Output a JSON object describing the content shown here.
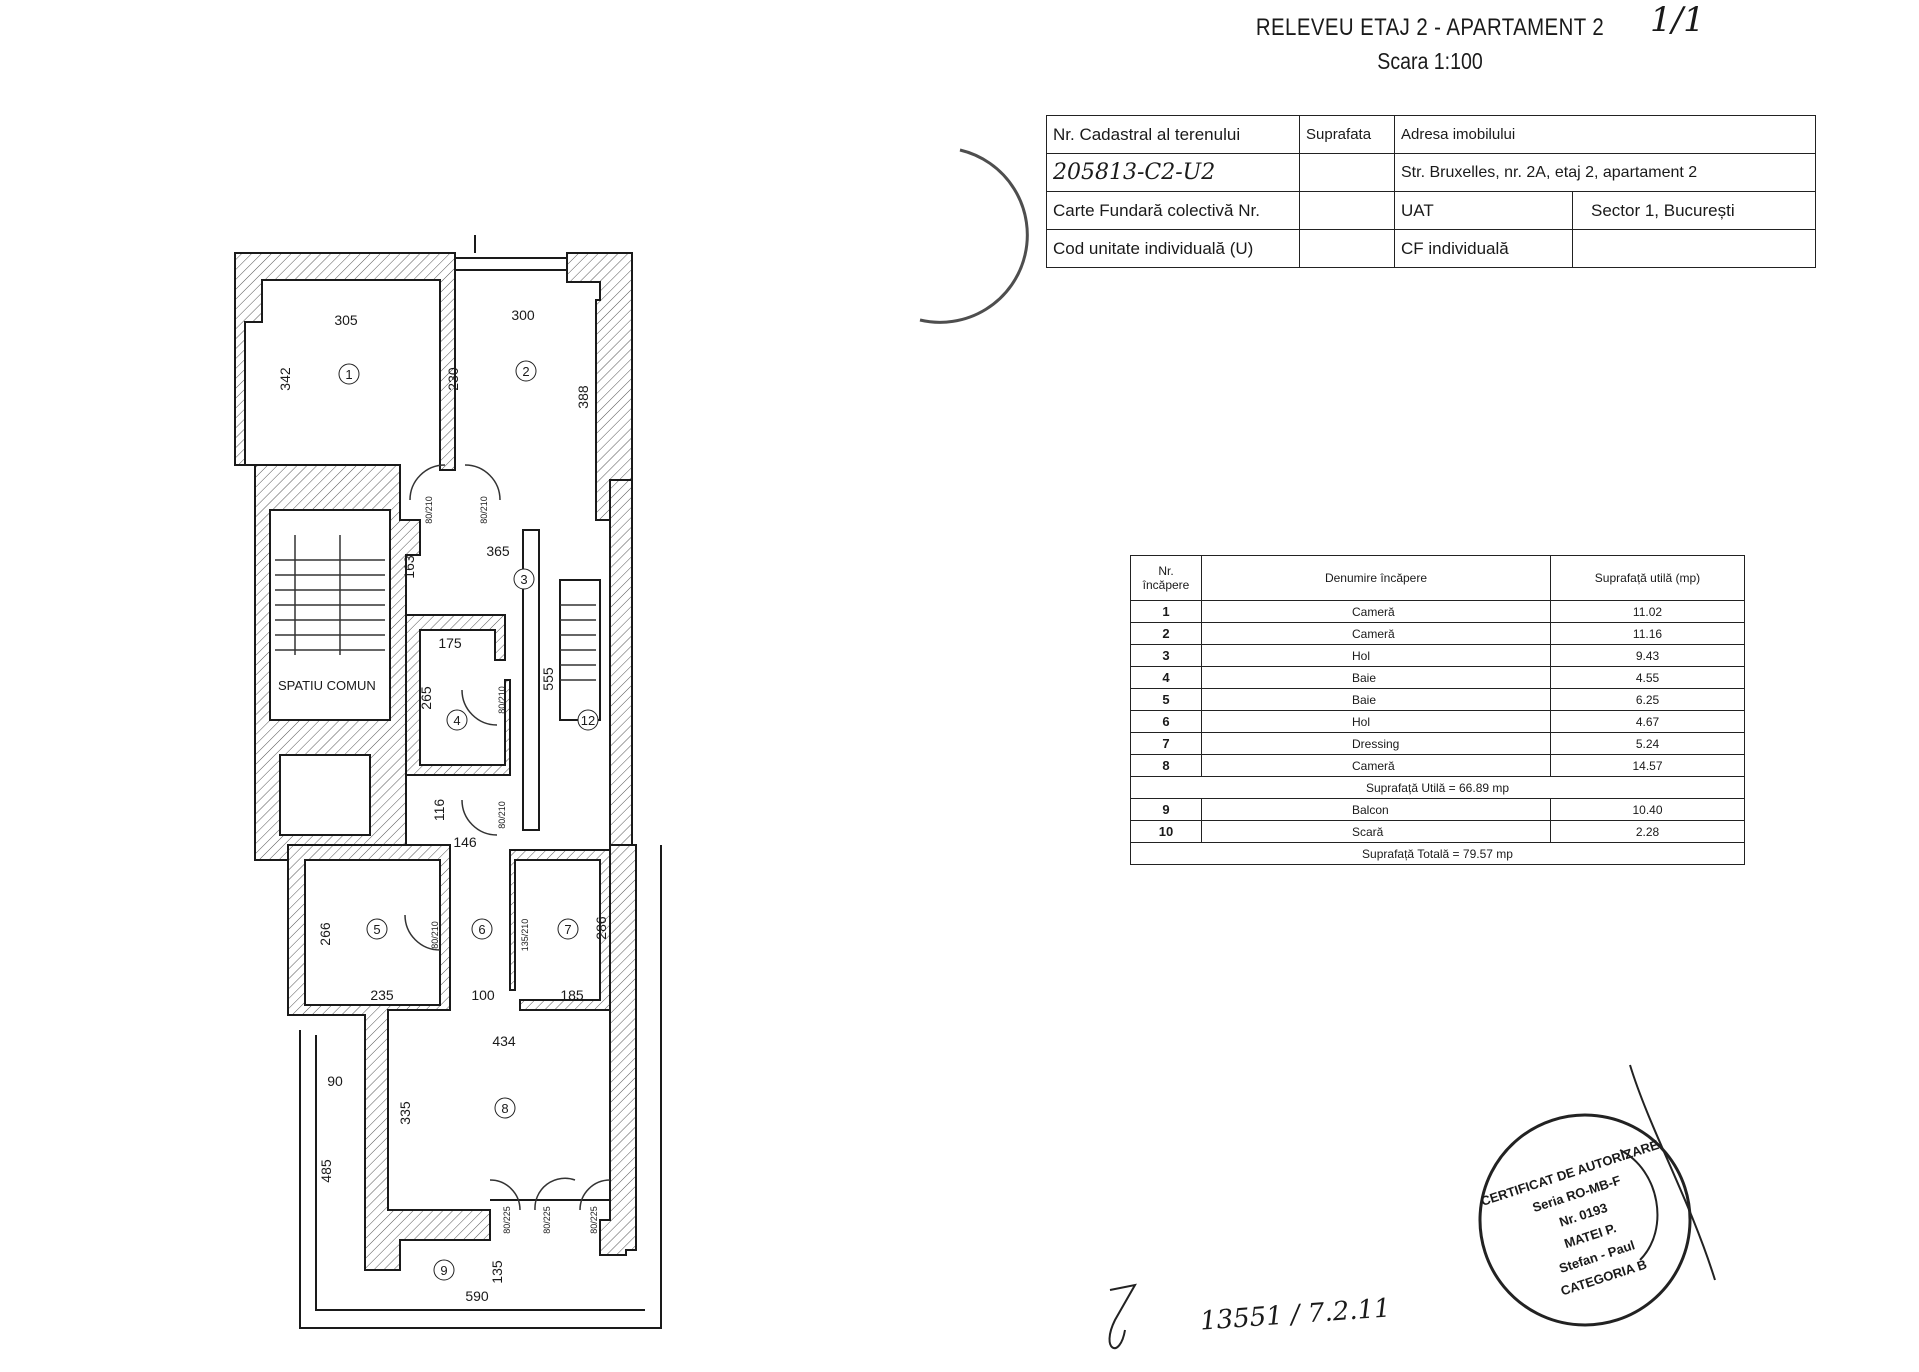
{
  "header": {
    "title": "RELEVEU ETAJ 2 - APARTAMENT 2",
    "scale": "Scara 1:100"
  },
  "info_table": {
    "cadastral_label": "Nr. Cadastral al terenului",
    "surface_label": "Suprafata",
    "address_label": "Adresa imobilului",
    "cadastral_value": "205813-C2-U2",
    "address_value": "Str. Bruxelles, nr. 2A, etaj 2, apartament 2",
    "cf_collective_label": "Carte Fundară colectivă Nr.",
    "uat_label": "UAT",
    "uat_value": "Sector 1, București",
    "unit_code_label": "Cod unitate individuală   (U)",
    "cf_individual_label": "CF   individuală"
  },
  "rooms_table": {
    "headers": [
      "Nr. încăpere",
      "Denumire încăpere",
      "Suprafață utilă (mp)"
    ],
    "rows": [
      {
        "nr": "1",
        "name": "Cameră",
        "area": "11.02"
      },
      {
        "nr": "2",
        "name": "Cameră",
        "area": "11.16"
      },
      {
        "nr": "3",
        "name": "Hol",
        "area": "9.43"
      },
      {
        "nr": "4",
        "name": "Baie",
        "area": "4.55"
      },
      {
        "nr": "5",
        "name": "Baie",
        "area": "6.25"
      },
      {
        "nr": "6",
        "name": "Hol",
        "area": "4.67"
      },
      {
        "nr": "7",
        "name": "Dressing",
        "area": "5.24"
      },
      {
        "nr": "8",
        "name": "Cameră",
        "area": "14.57"
      }
    ],
    "useful_total": "Suprafață Utilă = 66.89 mp",
    "extra_rows": [
      {
        "nr": "9",
        "name": "Balcon",
        "area": "10.40"
      },
      {
        "nr": "10",
        "name": "Scară",
        "area": "2.28"
      }
    ],
    "grand_total": "Suprafață Totală = 79.57 mp"
  },
  "plan": {
    "rooms": [
      "1",
      "2",
      "3",
      "4",
      "5",
      "6",
      "7",
      "8",
      "9",
      "12"
    ],
    "common_space": "SPATIU COMUN",
    "dims": [
      "305",
      "300",
      "342",
      "230",
      "388",
      "365",
      "163",
      "175",
      "265",
      "555",
      "116",
      "146",
      "266",
      "235",
      "100",
      "185",
      "286",
      "434",
      "90",
      "335",
      "485",
      "135",
      "590"
    ],
    "doors": [
      "80/210",
      "80/210",
      "80/210",
      "80/210",
      "80/210",
      "135/210",
      "80/225",
      "80/225",
      "80/225"
    ]
  },
  "stamp": {
    "text": [
      "CERTIFICAT DE AUTORIZARE",
      "Seria RO-MB-F",
      "Nr. 0193",
      "MATEI P.",
      "Stefan - Paul",
      "CATEGORIA B"
    ]
  },
  "annotation": {
    "handwritten_number": "13551 / 7.2.11",
    "corner_mark": "1/1"
  }
}
